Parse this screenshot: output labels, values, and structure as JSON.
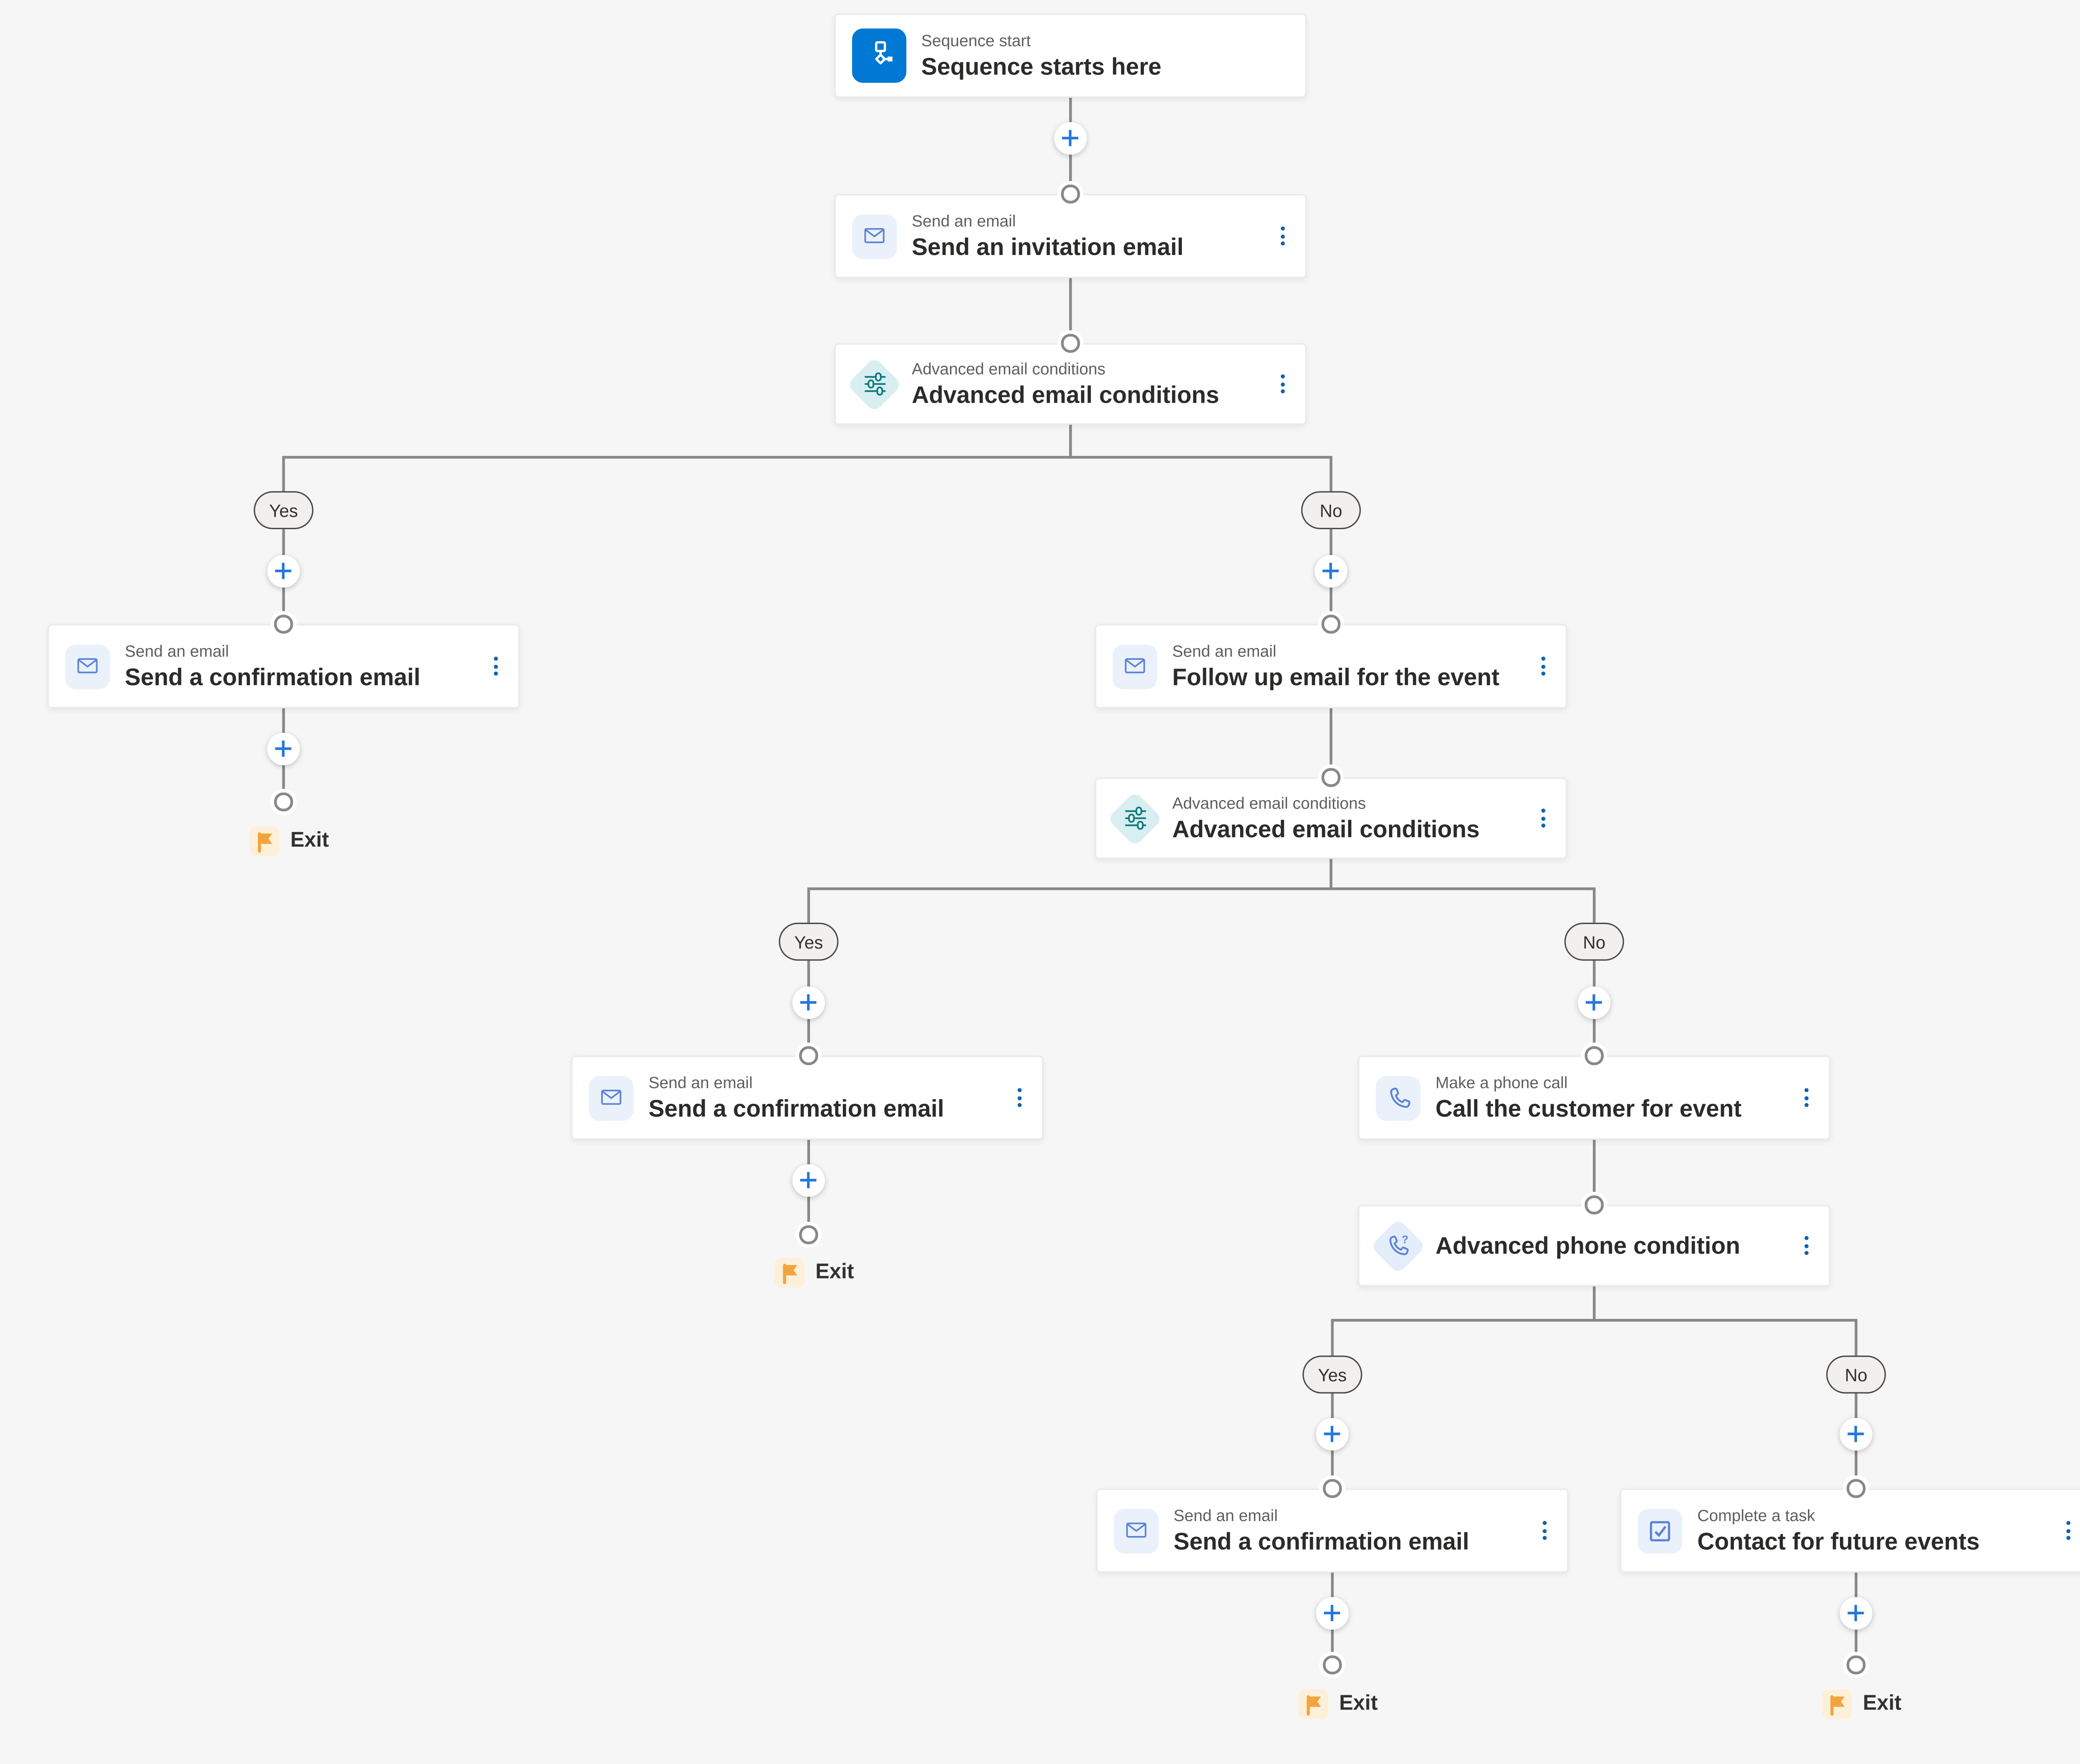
{
  "canvas": {
    "background": "#f6f6f6",
    "connector_color": "#8a8886",
    "accent_blue": "#0078d4",
    "plus_blue": "#2577dd",
    "menu_dot_blue": "#1063b1",
    "icon_blue": "#5b82d9",
    "icon_blue_bg": "#eaf1fb",
    "teal_icon": "#0b7c81",
    "teal_diamond_bg": "#d9eef1",
    "phone_diamond_bg": "#e4edfa",
    "flag_orange": "#f2a43d",
    "flag_bg": "#fcf0d9",
    "pill_bg": "#f1f0ef",
    "pill_border": "#4a4948",
    "title_color": "#2b2b2a",
    "caption_color": "#605e5c"
  },
  "branches": {
    "yes": "Yes",
    "no": "No"
  },
  "exit_label": "Exit",
  "nodes": {
    "sequence_start": {
      "caption": "Sequence start",
      "title": "Sequence starts here"
    },
    "send_invitation_email": {
      "caption": "Send an email",
      "title": "Send an invitation email"
    },
    "advanced_email_conditions_1": {
      "caption": "Advanced email conditions",
      "title": "Advanced email conditions"
    },
    "send_confirmation_email_1": {
      "caption": "Send an email",
      "title": "Send a confirmation email"
    },
    "follow_up_email": {
      "caption": "Send an email",
      "title": "Follow up email for the event"
    },
    "advanced_email_conditions_2": {
      "caption": "Advanced email conditions",
      "title": "Advanced email conditions"
    },
    "send_confirmation_email_2": {
      "caption": "Send an email",
      "title": "Send a confirmation email"
    },
    "call_customer_for_event": {
      "caption": "Make a phone call",
      "title": "Call the customer for event"
    },
    "advanced_phone_condition": {
      "title": "Advanced phone condition"
    },
    "send_confirmation_email_3": {
      "caption": "Send an email",
      "title": "Send a confirmation email"
    },
    "contact_for_future_events": {
      "caption": "Complete a task",
      "title": "Contact for future events"
    }
  }
}
